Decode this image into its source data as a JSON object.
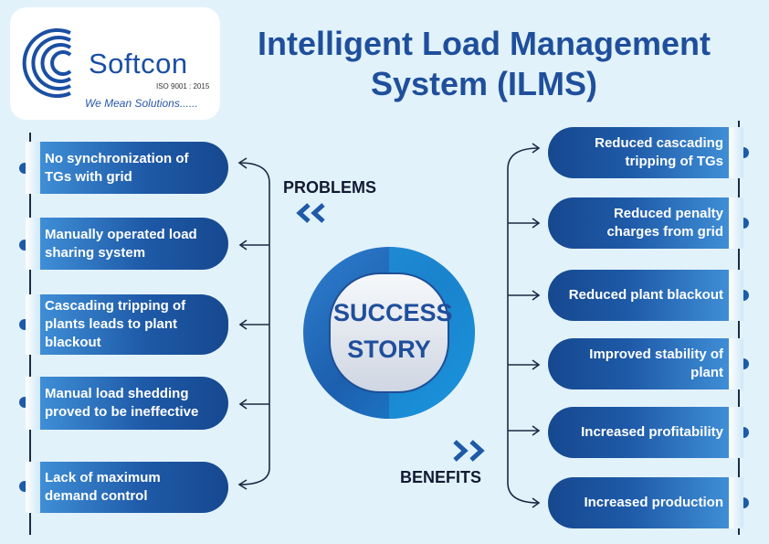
{
  "logo": {
    "name": "Softcon",
    "certification": "ISO 9001 : 2015",
    "tagline": "We Mean Solutions......"
  },
  "title": {
    "line1": "Intelligent Load Management",
    "line2": "System (ILMS)"
  },
  "problems": {
    "label": "PROBLEMS",
    "items": [
      "No synchronization of TGs with grid",
      "Manually operated load sharing system",
      "Cascading tripping of plants leads to plant blackout",
      "Manual load shedding proved to be ineffective",
      "Lack of maximum demand control"
    ]
  },
  "center": {
    "line1": "SUCCESS",
    "line2": "STORY"
  },
  "benefits": {
    "label": "BENEFITS",
    "items": [
      "Reduced cascading tripping of TGs",
      "Reduced penalty charges from grid",
      "Reduced plant blackout",
      "Improved stability of plant",
      "Increased profitability",
      "Increased production"
    ]
  },
  "colors": {
    "background": "#e2f2fb",
    "primary_blue": "#1e5aa8",
    "title_blue": "#1f4f9c",
    "light_blue": "#3f8ed6",
    "label_dark": "#121a33"
  }
}
